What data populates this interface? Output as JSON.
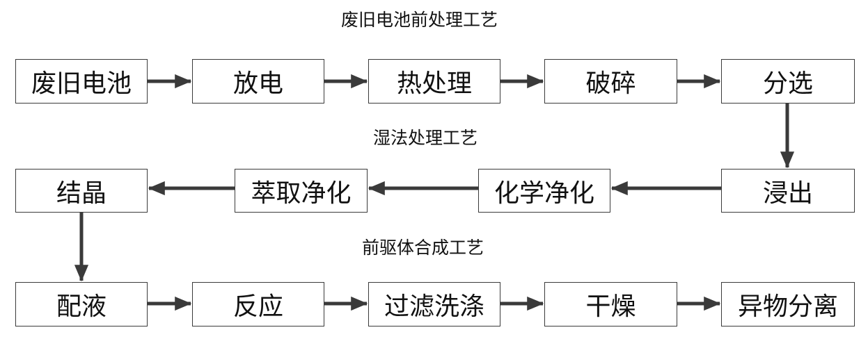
{
  "sections": {
    "pretreatment_title": "废旧电池前处理工艺",
    "wet_title": "湿法处理工艺",
    "precursor_title": "前驱体合成工艺"
  },
  "steps": {
    "waste_battery": "废旧电池",
    "discharge": "放电",
    "heat_treatment": "热处理",
    "crushing": "破碎",
    "sorting": "分选",
    "leaching": "浸出",
    "chemical_purification": "化学净化",
    "extraction_purification": "萃取净化",
    "crystallization": "结晶",
    "solution_preparation": "配液",
    "reaction": "反应",
    "filter_wash": "过滤洗涤",
    "drying": "干燥",
    "foreign_matter_separation": "异物分离"
  },
  "colors": {
    "arrow": "#3a3a3a",
    "border": "#3a3a3a"
  }
}
